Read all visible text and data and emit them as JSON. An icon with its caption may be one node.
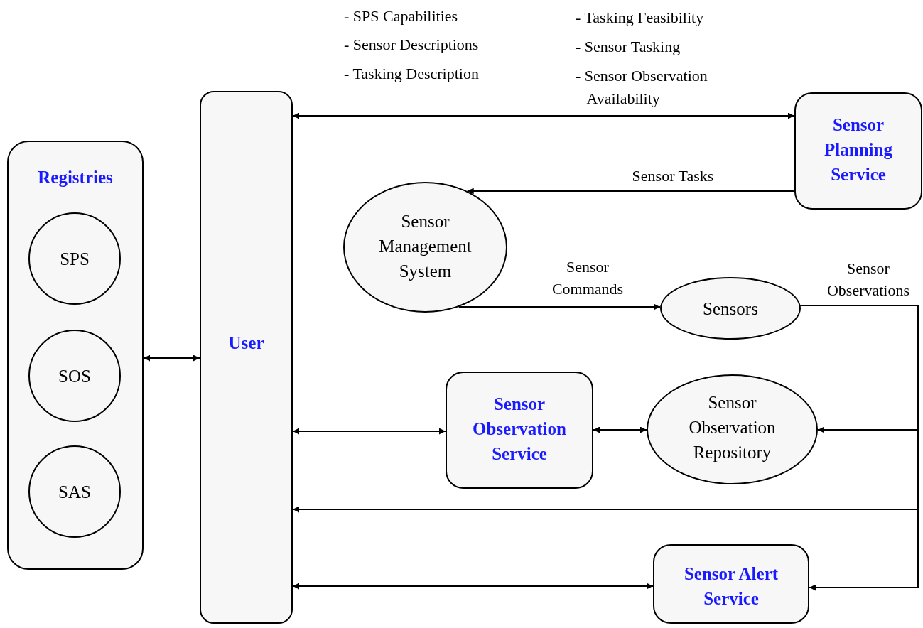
{
  "diagram": {
    "nodes": [
      {
        "text": [
          "Registries"
        ]
      },
      {
        "text": [
          "SPS"
        ],
        "in": 0
      },
      {
        "text": [
          "SOS"
        ],
        "in": 0
      },
      {
        "text": [
          "SAS"
        ],
        "in": 0
      },
      {
        "text": [
          "User"
        ]
      },
      {
        "text": [
          "Sensor Planning Service"
        ]
      },
      {
        "text": [
          "Sensor Management System"
        ]
      },
      {
        "text": [
          "Sensors"
        ]
      },
      {
        "text": [
          "Sensor Observation Service"
        ]
      },
      {
        "text": [
          "Sensor Observation Repository"
        ]
      },
      {
        "text": [
          "Sensor Alert Service"
        ]
      }
    ],
    "edges": [
      {
        "from": 0,
        "to": 4,
        "arrow": "both"
      },
      {
        "from": 4,
        "to": 5,
        "arrow": "both"
      },
      {
        "from": 5,
        "to": 6,
        "arrow": "to",
        "label": "Sensor Tasks"
      },
      {
        "from": 6,
        "to": 7,
        "arrow": "to",
        "label": "Sensor Commands"
      },
      {
        "from": 7,
        "to": 9,
        "arrow": "to",
        "label": "Sensor Observations"
      },
      {
        "from": 7,
        "to": 4,
        "arrow": "to"
      },
      {
        "from": 7,
        "to": 10,
        "arrow": "to"
      },
      {
        "from": 4,
        "to": 8,
        "arrow": "both"
      },
      {
        "from": 8,
        "to": 9,
        "arrow": "both"
      },
      {
        "from": 4,
        "to": 10,
        "arrow": "both"
      }
    ],
    "labels": [
      "- SPS Capabilities",
      "- Sensor Descriptions",
      "- Tasking Description",
      "- Tasking Feasibility",
      "- Sensor Tasking",
      "- Sensor Observation Availability"
    ]
  }
}
